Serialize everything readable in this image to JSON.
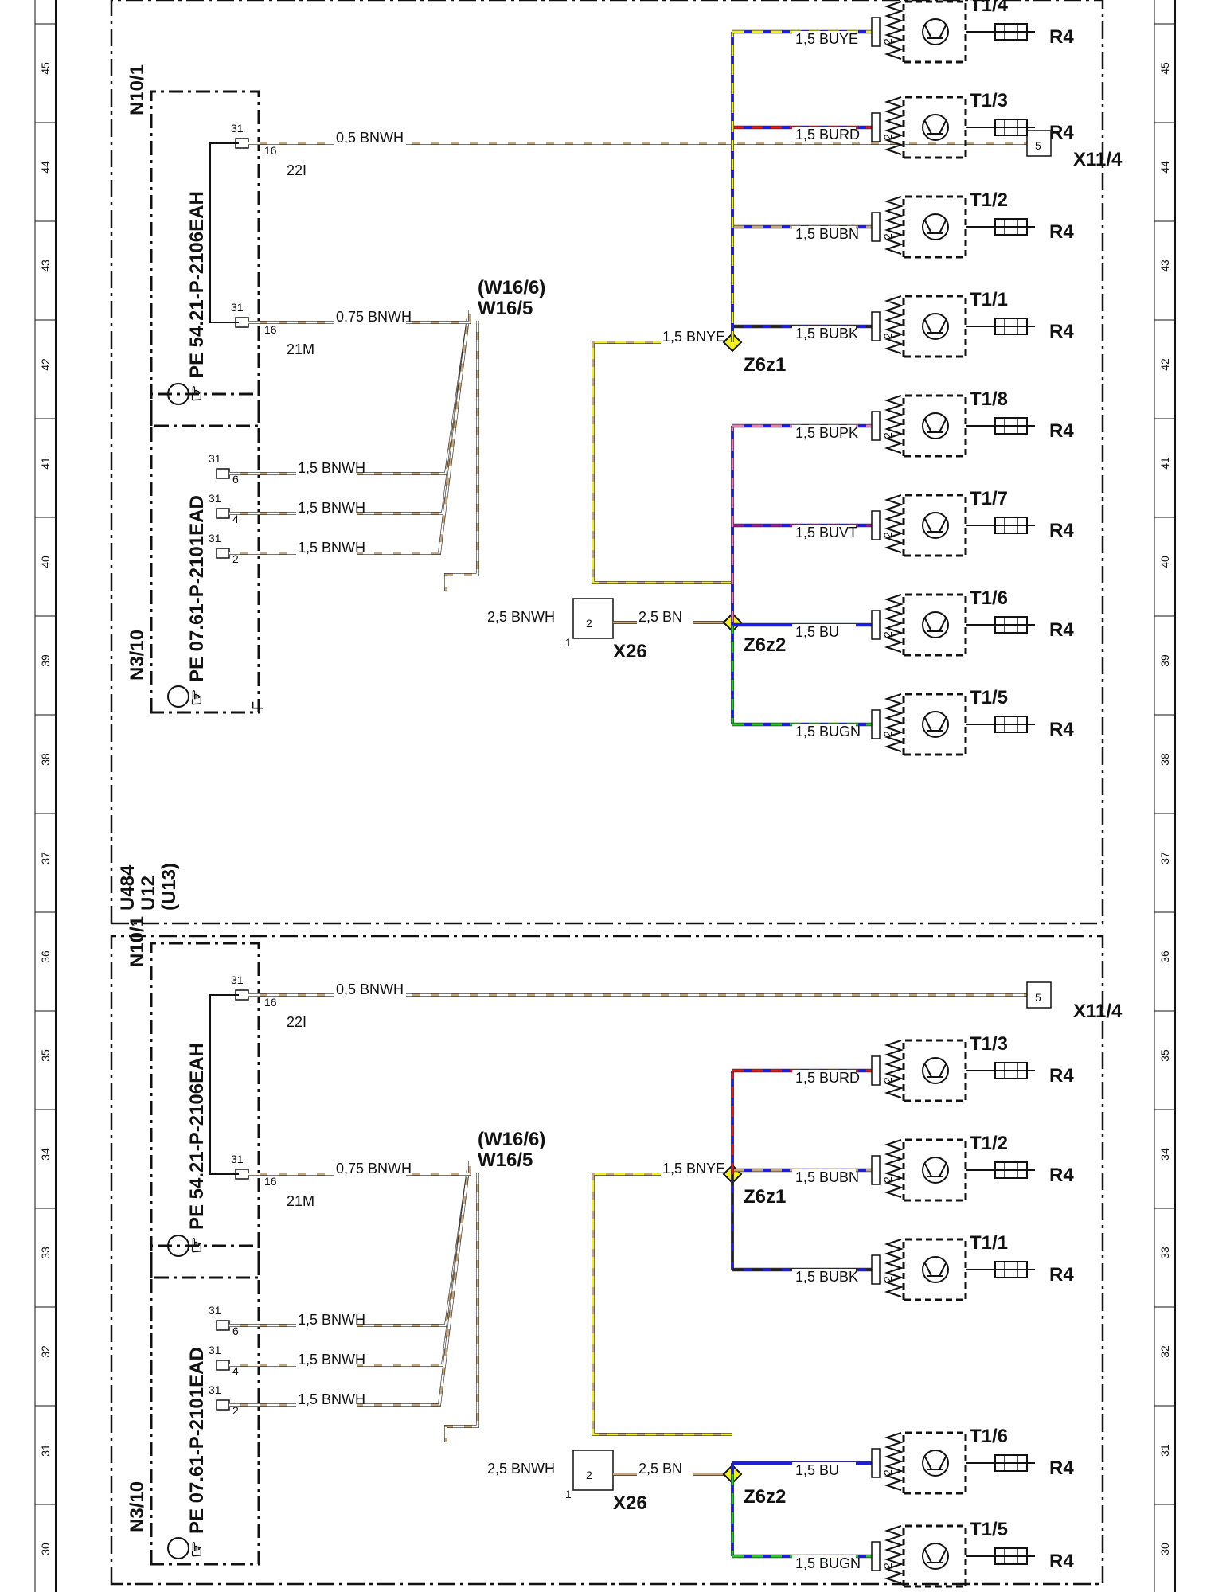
{
  "grid": {
    "numbers": [
      "30",
      "31",
      "32",
      "33",
      "34",
      "35",
      "36",
      "37",
      "38",
      "39",
      "40",
      "41",
      "42",
      "43",
      "44",
      "45"
    ]
  },
  "colors": {
    "BN": "#c8a67a",
    "WH": "#ffffff",
    "BU": "#1a1aff",
    "YE": "#f2f21a",
    "RD": "#e41a1a",
    "GN": "#22cc22",
    "BK": "#222222",
    "VT": "#a01aa0",
    "PK": "#f07ab4",
    "frame": "#111111"
  },
  "upper": {
    "frame_labels": [
      "U484",
      "U12",
      "(U13)"
    ],
    "n10": {
      "title": "N10/1",
      "part": "PE 54.21-P-2106EAH",
      "pin_a": "31",
      "pin_a_num": "16",
      "conn_a": "22I",
      "pin_b": "31",
      "pin_b_num": "16",
      "conn_b": "21M",
      "wire_a": "0,5 BNWH",
      "wire_b": "0,75 BNWH"
    },
    "x11": {
      "label": "X11/4",
      "pin": "5"
    },
    "n3": {
      "title": "N3/10",
      "part": "PE 07.61-P-2101EAD",
      "pins": [
        {
          "pin": "31",
          "num": "6",
          "wire": "1,5 BNWH"
        },
        {
          "pin": "31",
          "num": "4",
          "wire": "1,5 BNWH"
        },
        {
          "pin": "31",
          "num": "2",
          "wire": "1,5 BNWH"
        }
      ],
      "conn": "F"
    },
    "w16": {
      "label": "W16/5",
      "label2": "(W16/6)"
    },
    "x26": {
      "label": "X26",
      "pin_left": "1",
      "pin": "2",
      "wire_in": "2,5 BNWH",
      "wire_out": "2,5 BN"
    },
    "z6z1": {
      "label": "Z6z1",
      "wire_ye": "1,5 BNYE"
    },
    "z6z2": {
      "label": "Z6z2"
    },
    "modules": [
      {
        "t": "T1/5",
        "r": "R4",
        "wire": "1,5 BUGN",
        "pin": "2"
      },
      {
        "t": "T1/6",
        "r": "R4",
        "wire": "1,5 BU",
        "pin": "2"
      },
      {
        "t": "T1/7",
        "r": "R4",
        "wire": "1,5 BUVT",
        "pin": "2"
      },
      {
        "t": "T1/8",
        "r": "R4",
        "wire": "1,5 BUPK",
        "pin": "2"
      },
      {
        "t": "T1/1",
        "r": "R4",
        "wire": "1,5 BUBK",
        "pin": "2"
      },
      {
        "t": "T1/2",
        "r": "R4",
        "wire": "1,5 BUBN",
        "pin": "2"
      },
      {
        "t": "T1/3",
        "r": "R4",
        "wire": "1,5 BURD",
        "pin": "2"
      },
      {
        "t": "T1/4",
        "r": "R4",
        "wire": "1,5 BUYE",
        "pin": "2"
      }
    ]
  },
  "lower": {
    "n10": {
      "title": "N10/1",
      "part": "PE 54.21-P-2106EAH",
      "pin_a": "31",
      "pin_a_num": "16",
      "conn_a": "22I",
      "pin_b": "31",
      "pin_b_num": "16",
      "conn_b": "21M",
      "wire_a": "0,5 BNWH",
      "wire_b": "0,75 BNWH"
    },
    "x11": {
      "label": "X11/4",
      "pin": "5"
    },
    "n3": {
      "title": "N3/10",
      "part": "PE 07.61-P-2101EAD",
      "pins": [
        {
          "pin": "31",
          "num": "6",
          "wire": "1,5 BNWH"
        },
        {
          "pin": "31",
          "num": "4",
          "wire": "1,5 BNWH"
        },
        {
          "pin": "31",
          "num": "2",
          "wire": "1,5 BNWH"
        }
      ]
    },
    "w16": {
      "label": "W16/5",
      "label2": "(W16/6)"
    },
    "x26": {
      "label": "X26",
      "pin_left": "1",
      "pin": "2",
      "wire_in": "2,5 BNWH",
      "wire_out": "2,5 BN"
    },
    "z6z1": {
      "label": "Z6z1",
      "wire_ye": "1,5 BNYE"
    },
    "z6z2": {
      "label": "Z6z2"
    },
    "modules": [
      {
        "t": "T1/5",
        "r": "R4",
        "wire": "1,5 BUGN",
        "pin": "2"
      },
      {
        "t": "T1/6",
        "r": "R4",
        "wire": "1,5 BU",
        "pin": "2"
      },
      {
        "t": "T1/1",
        "r": "R4",
        "wire": "1,5 BUBK",
        "pin": "2"
      },
      {
        "t": "T1/2",
        "r": "R4",
        "wire": "1,5 BUBN",
        "pin": "2"
      },
      {
        "t": "T1/3",
        "r": "R4",
        "wire": "1,5 BURD",
        "pin": "2"
      }
    ]
  }
}
